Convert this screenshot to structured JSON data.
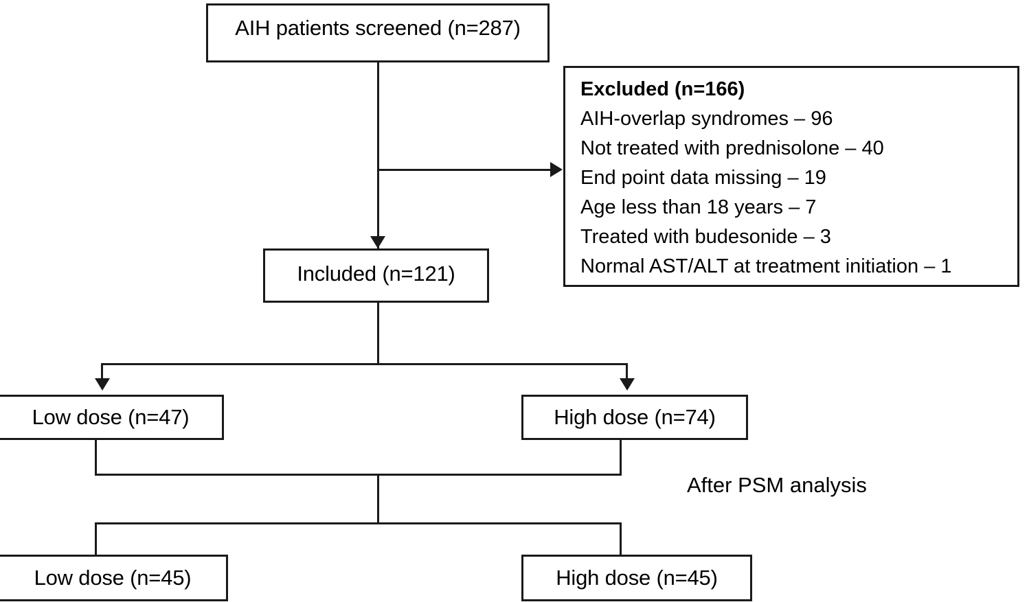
{
  "flowchart": {
    "nodes": {
      "screened": "AIH patients screened (n=287)",
      "excluded_heading": "Excluded (n=166)",
      "excluded_items": [
        "AIH-overlap syndromes – 96",
        "Not treated with prednisolone – 40",
        "End point data missing – 19",
        "Age less than 18 years – 7",
        "Treated with budesonide – 3",
        "Normal AST/ALT at treatment initiation – 1"
      ],
      "included": "Included (n=121)",
      "low_dose_pre": "Low dose (n=47)",
      "high_dose_pre": "High dose (n=74)",
      "low_dose_post": "Low dose (n=45)",
      "high_dose_post": "High dose (n=45)"
    },
    "annotations": {
      "psm_note": "After PSM analysis"
    },
    "colors": {
      "line": "#1a1a1a",
      "background": "#ffffff",
      "text": "#000000"
    }
  }
}
